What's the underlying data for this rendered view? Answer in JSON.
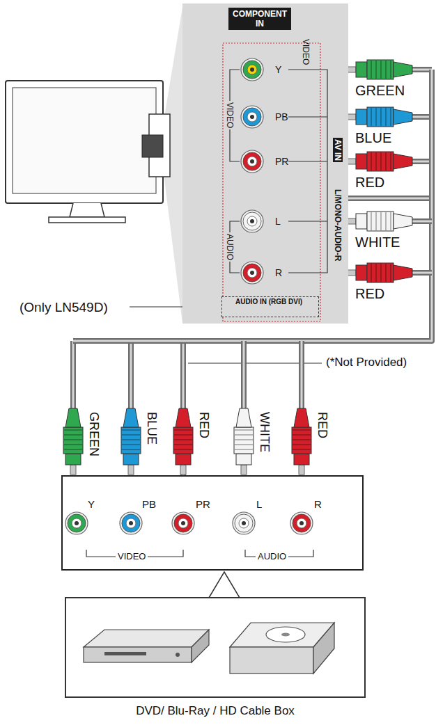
{
  "diagram": {
    "nodes": [
      {
        "text": [
          "COMPONENT IN",
          "Y",
          "PB",
          "PR",
          "L",
          "R",
          "VIDEO",
          "VIDEO",
          "AUDIO",
          "AV IN",
          "L/MONO-AUDIO-R"
        ]
      },
      {
        "text": [
          "AUDIO IN (RGB DVI)"
        ],
        "in": 0
      },
      {
        "text": [
          "Y",
          "PB",
          "PR",
          "L",
          "R",
          "VIDEO",
          "AUDIO"
        ]
      },
      {
        "text": [
          "DVD/ Blu-Ray / HD Cable Box"
        ]
      }
    ],
    "edges": [
      {
        "from": 2,
        "to": 0,
        "arrow": "none"
      }
    ],
    "labels": [
      "GREEN",
      "BLUE",
      "RED",
      "WHITE",
      "RED",
      "(Only LN549D)",
      "(*Not Provided)",
      "GREEN",
      "BLUE",
      "RED",
      "WHITE",
      "RED"
    ]
  }
}
